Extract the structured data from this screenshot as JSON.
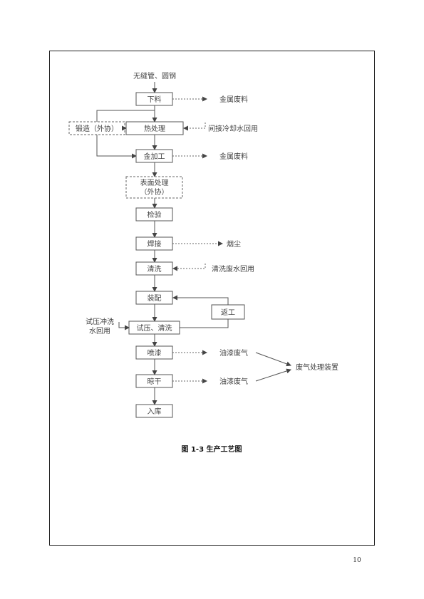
{
  "input_label": "无缝管、圆钢",
  "steps": {
    "xialiao": "下料",
    "duanzao": "锻造（外协）",
    "rechuli": "热处理",
    "jinjiagong": "金加工",
    "biaomian_1": "表面处理",
    "biaomian_2": "（外协）",
    "jianyan": "检验",
    "hanjie": "焊接",
    "qingxi": "清洗",
    "zhuangpei": "装配",
    "fangong": "返工",
    "shiya": "试压、清洗",
    "penqi": "喷漆",
    "lianggan": "晾干",
    "ruku": "入库"
  },
  "outputs": {
    "metal_scrap_1": "金属废料",
    "cooling_water": "间接冷却水回用",
    "metal_scrap_2": "金属废料",
    "smoke_dust": "烟尘",
    "wash_water": "清洗废水回用",
    "pressure_water_1": "试压冲洗",
    "pressure_water_2": "水回用",
    "paint_gas_1": "油漆废气",
    "paint_gas_2": "油漆废气",
    "gas_treatment": "废气处理装置"
  },
  "caption": "图 1-3 生产工艺图",
  "page_number": "10"
}
